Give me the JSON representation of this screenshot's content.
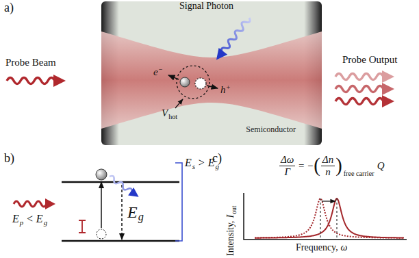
{
  "diagram": {
    "nodes": [
      {
        "text": [
          "Semiconductor"
        ]
      }
    ],
    "labels": [
      "a)",
      "Signal Photon",
      "Probe Beam",
      "Probe Output",
      "e",
      "−",
      "h",
      "+",
      "V",
      "hot",
      "b)",
      "E",
      "p",
      "<",
      "E",
      "g",
      "E",
      "g",
      "E",
      "s",
      ">",
      "E",
      "g",
      "c)",
      "Δω",
      "Γ",
      "=",
      "−",
      "(",
      "Δn",
      "n",
      ")",
      "free carrier",
      "Q",
      "Intensity,",
      "I",
      "out",
      "Frequency,",
      "ω"
    ]
  }
}
